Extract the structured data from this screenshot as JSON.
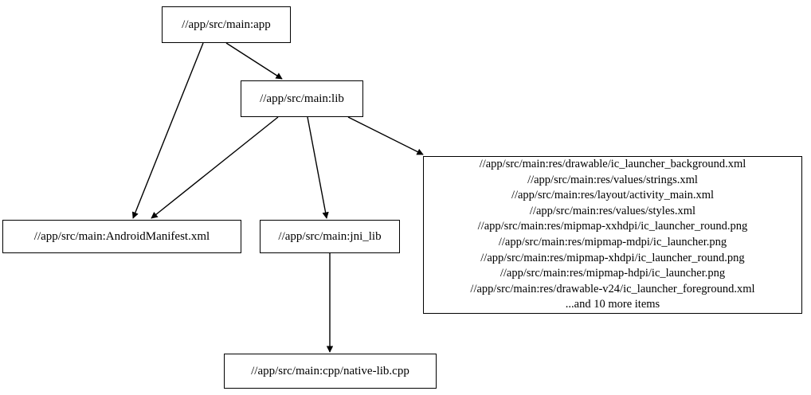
{
  "diagram": {
    "type": "directed-dependency-graph",
    "background_color": "#ffffff",
    "node_border_color": "#000000",
    "edge_color": "#000000",
    "text_color": "#000000",
    "nodes": [
      {
        "id": "app",
        "label": "//app/src/main:app"
      },
      {
        "id": "lib",
        "label": "//app/src/main:lib"
      },
      {
        "id": "manifest",
        "label": "//app/src/main:AndroidManifest.xml"
      },
      {
        "id": "jni_lib",
        "label": "//app/src/main:jni_lib"
      },
      {
        "id": "native",
        "label": "//app/src/main:cpp/native-lib.cpp"
      }
    ],
    "resource_node": {
      "id": "resources",
      "lines": [
        "//app/src/main:res/drawable/ic_launcher_background.xml",
        "//app/src/main:res/values/strings.xml",
        "//app/src/main:res/layout/activity_main.xml",
        "//app/src/main:res/values/styles.xml",
        "//app/src/main:res/mipmap-xxhdpi/ic_launcher_round.png",
        "//app/src/main:res/mipmap-mdpi/ic_launcher.png",
        "//app/src/main:res/mipmap-xhdpi/ic_launcher_round.png",
        "//app/src/main:res/mipmap-hdpi/ic_launcher.png",
        "//app/src/main:res/drawable-v24/ic_launcher_foreground.xml",
        "...and 10 more items"
      ]
    },
    "edges": [
      {
        "from": "app",
        "to": "lib"
      },
      {
        "from": "app",
        "to": "manifest"
      },
      {
        "from": "lib",
        "to": "manifest"
      },
      {
        "from": "lib",
        "to": "jni_lib"
      },
      {
        "from": "lib",
        "to": "resources"
      },
      {
        "from": "jni_lib",
        "to": "native"
      }
    ]
  }
}
